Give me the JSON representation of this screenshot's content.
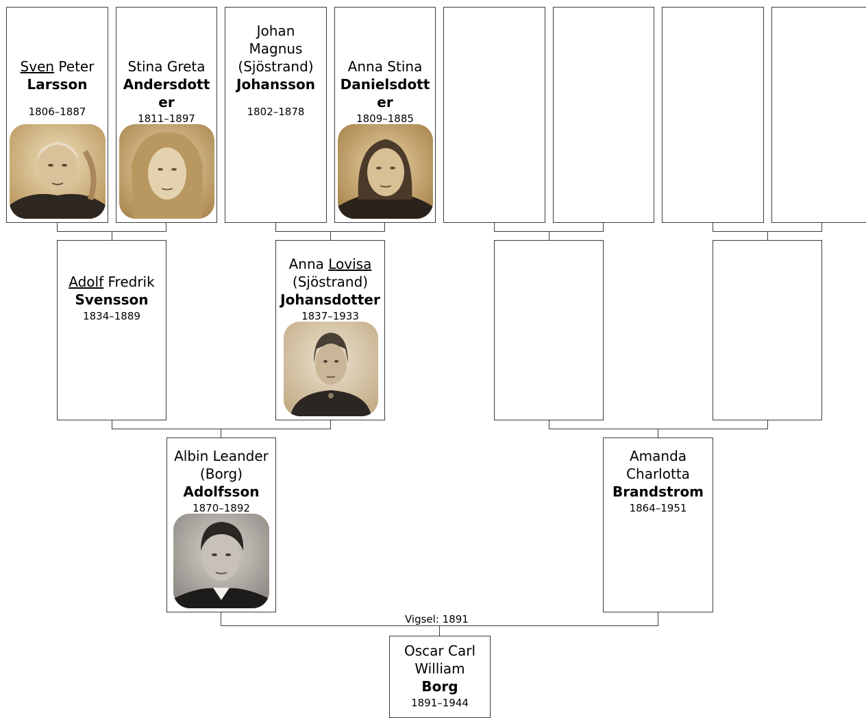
{
  "persons": {
    "sven": {
      "first_underlined": "Sven",
      "first_rest": " Peter",
      "surname": "Larsson",
      "years": "1806–1887"
    },
    "stina": {
      "first": "Stina Greta",
      "surname_l1": "Andersdott",
      "surname_l2": "er",
      "years": "1811–1897"
    },
    "johan": {
      "l1": "Johan",
      "l2": "Magnus",
      "l3": "(Sjöstrand)",
      "surname": "Johansson",
      "years": "1802–1878"
    },
    "annastina": {
      "first": "Anna Stina",
      "surname_l1": "Danielsdott",
      "surname_l2": "er",
      "years": "1809–1885"
    },
    "adolf": {
      "first_underlined": "Adolf",
      "first_rest": " Fredrik",
      "surname": "Svensson",
      "years": "1834–1889"
    },
    "annalovisa": {
      "first_plain": "Anna ",
      "first_underlined": "Lovisa",
      "l2": "(Sjöstrand)",
      "surname": "Johansdotter",
      "years": "1837–1933"
    },
    "albin": {
      "l1": "Albin Leander",
      "l2": "(Borg)",
      "surname": "Adolfsson",
      "years": "1870–1892"
    },
    "amanda": {
      "l1": "Amanda",
      "l2": "Charlotta",
      "surname": "Brandstrom",
      "years": "1864–1951"
    },
    "oscar": {
      "l1": "Oscar Carl",
      "l2": "William",
      "surname": "Borg",
      "years": "1891–1944"
    }
  },
  "marriage_label": "Vigsel: 1891",
  "colors": {
    "border": "#3a3a3a",
    "photo_sepia": "#c9a86a",
    "photo_dark": "#2a231c"
  }
}
